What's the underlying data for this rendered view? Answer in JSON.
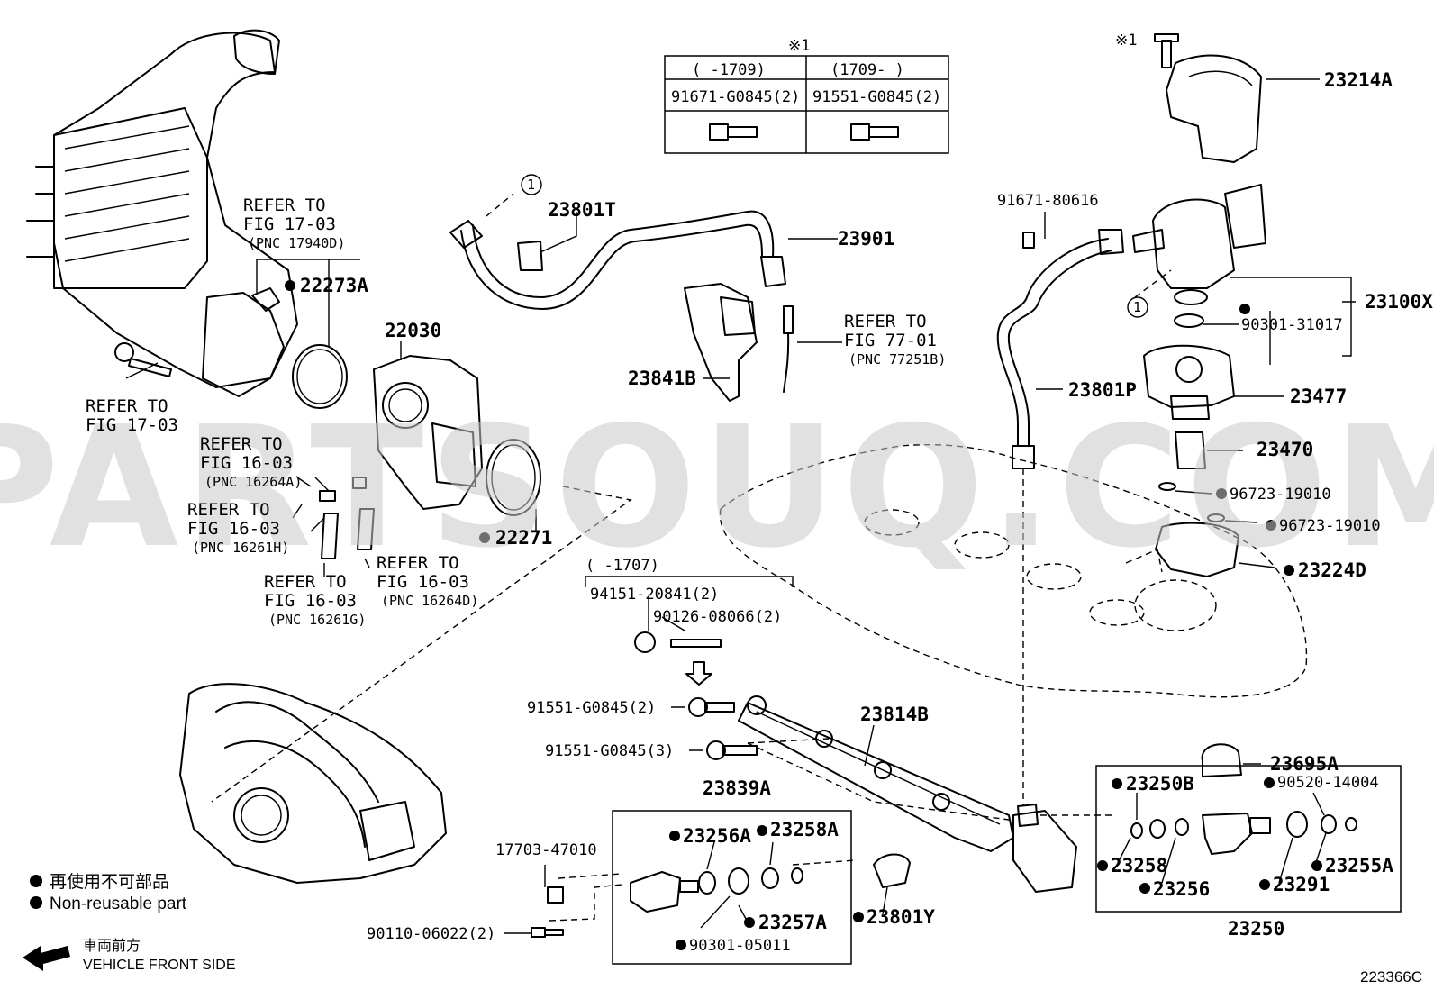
{
  "watermark": "PARTSOUQ.COM",
  "figure_code": "223366C",
  "legend": {
    "line1": "再使用不可部品",
    "line2": "Non-reusable part",
    "front_jp": "車両前方",
    "front_en": "VEHICLE FRONT SIDE"
  },
  "note_table": {
    "mark": "※1",
    "col1_range": "(    -1709)",
    "col2_range": "(1709-     )",
    "col1_part": "91671-G0845(2)",
    "col2_part": "91551-G0845(2)"
  },
  "refs": {
    "r1_a": "REFER TO",
    "r1_b": "FIG 17-03",
    "r1_c": "(PNC 17940D)",
    "r2_a": "REFER TO",
    "r2_b": "FIG 17-03",
    "r3_a": "REFER TO",
    "r3_b": "FIG 16-03",
    "r3_c": "(PNC 16264A)",
    "r4_a": "REFER TO",
    "r4_b": "FIG 16-03",
    "r4_c": "(PNC 16261H)",
    "r5_a": "REFER TO",
    "r5_b": "FIG 16-03",
    "r5_c": "(PNC 16261G)",
    "r6_a": "REFER TO",
    "r6_b": "FIG 16-03",
    "r6_c": "(PNC 16264D)",
    "r7_a": "REFER TO",
    "r7_b": "FIG 77-01",
    "r7_c": "(PNC 77251B)"
  },
  "parts": {
    "p22273A": "22273A",
    "p22030": "22030",
    "p22271": "22271",
    "p23801T": "23801T",
    "p23901": "23901",
    "p23841B": "23841B",
    "p91671_80616": "91671-80616",
    "p23214A": "23214A",
    "p23100X": "23100X",
    "p90301_31017": "90301-31017",
    "p23477": "23477",
    "p23801P": "23801P",
    "p23470": "23470",
    "p96723_a": "96723-19010",
    "p96723_b": "96723-19010",
    "p23224D": "23224D",
    "range_1707": "(     -1707)",
    "p94151": "94151-20841(2)",
    "p90126": "90126-08066(2)",
    "p91551_2": "91551-G0845(2)",
    "p91551_3": "91551-G0845(3)",
    "p23814B": "23814B",
    "p23695A": "23695A",
    "p23839A": "23839A",
    "p23256A": "23256A",
    "p23258A": "23258A",
    "p17703": "17703-47010",
    "p90110": "90110-06022(2)",
    "p23257A": "23257A",
    "p90301_05011": "90301-05011",
    "p23801Y": "23801Y",
    "p23250B": "23250B",
    "p90520": "90520-14004",
    "p23258": "23258",
    "p23256": "23256",
    "p23291": "23291",
    "p23255A": "23255A",
    "p23250": "23250",
    "circle1": "1",
    "mark1": "※1"
  }
}
